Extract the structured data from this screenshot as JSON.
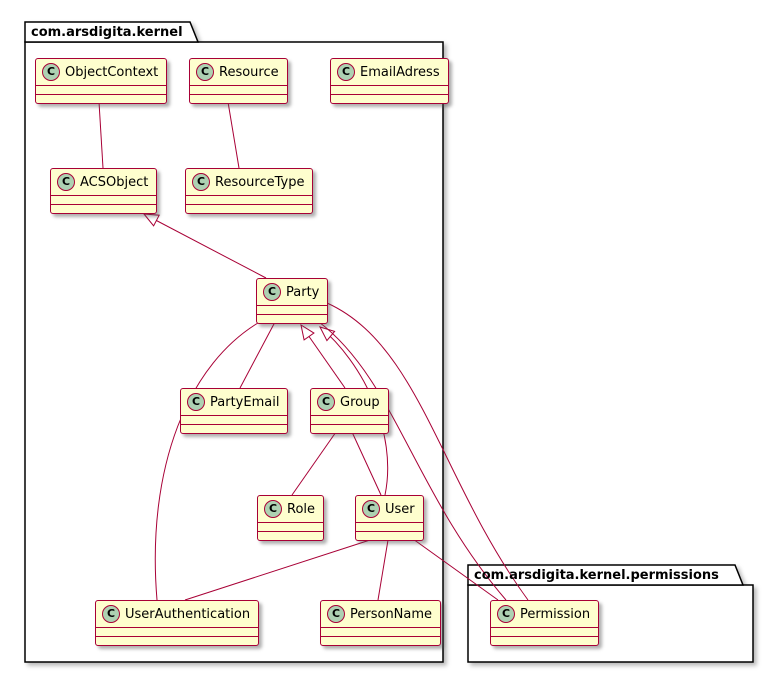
{
  "diagram": {
    "type": "uml-class-diagram",
    "style": "plantuml",
    "background_color": "#FFFFFF",
    "colors": {
      "class_fill": "#FEFECE",
      "class_border": "#A80036",
      "relation_line": "#A80036",
      "spot_fill": "#ADD1B2",
      "spot_border": "#A80036",
      "package_border": "#000000",
      "package_fill": "#FFFFFF"
    },
    "packages": [
      {
        "id": "kernel",
        "label": "com.arsdigita.kernel"
      },
      {
        "id": "permissions",
        "label": "com.arsdigita.kernel.permissions"
      }
    ],
    "classes": [
      {
        "name": "ObjectContext",
        "spot": "C",
        "package": "kernel"
      },
      {
        "name": "Resource",
        "spot": "C",
        "package": "kernel"
      },
      {
        "name": "EmailAdress",
        "spot": "C",
        "package": "kernel"
      },
      {
        "name": "ACSObject",
        "spot": "C",
        "package": "kernel"
      },
      {
        "name": "ResourceType",
        "spot": "C",
        "package": "kernel"
      },
      {
        "name": "Party",
        "spot": "C",
        "package": "kernel"
      },
      {
        "name": "PartyEmail",
        "spot": "C",
        "package": "kernel"
      },
      {
        "name": "Group",
        "spot": "C",
        "package": "kernel"
      },
      {
        "name": "Role",
        "spot": "C",
        "package": "kernel"
      },
      {
        "name": "User",
        "spot": "C",
        "package": "kernel"
      },
      {
        "name": "UserAuthentication",
        "spot": "C",
        "package": "kernel"
      },
      {
        "name": "PersonName",
        "spot": "C",
        "package": "kernel"
      },
      {
        "name": "Permission",
        "spot": "C",
        "package": "permissions"
      }
    ],
    "relations": [
      {
        "from": "ObjectContext",
        "to": "ACSObject",
        "type": "association"
      },
      {
        "from": "Resource",
        "to": "ResourceType",
        "type": "association"
      },
      {
        "from": "Party",
        "to": "ACSObject",
        "type": "generalization"
      },
      {
        "from": "PartyEmail",
        "to": "Party",
        "type": "association"
      },
      {
        "from": "Group",
        "to": "Party",
        "type": "generalization"
      },
      {
        "from": "User",
        "to": "Party",
        "type": "generalization"
      },
      {
        "from": "Role",
        "to": "Group",
        "type": "association"
      },
      {
        "from": "User",
        "to": "Group",
        "type": "association"
      },
      {
        "from": "UserAuthentication",
        "to": "User",
        "type": "association"
      },
      {
        "from": "PersonName",
        "to": "User",
        "type": "association"
      },
      {
        "from": "UserAuthentication",
        "to": "Party",
        "type": "association"
      },
      {
        "from": "Permission",
        "to": "Party",
        "type": "association"
      },
      {
        "from": "Permission",
        "to": "Party",
        "type": "association"
      },
      {
        "from": "User",
        "to": "Permission",
        "type": "association"
      }
    ]
  }
}
